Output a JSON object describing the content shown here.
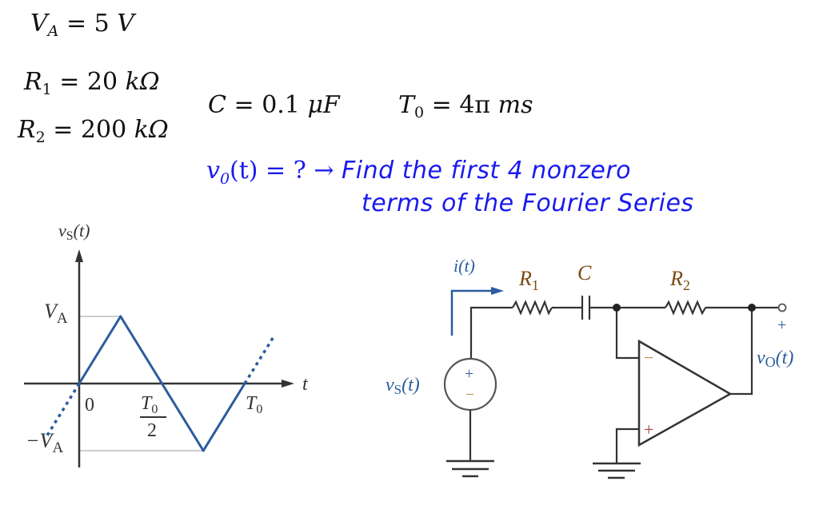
{
  "given": {
    "va": {
      "symbol": "V",
      "sub": "A",
      "rhs": "= 5 ",
      "unit": "V"
    },
    "r1": {
      "symbol": "R",
      "sub": "1",
      "rhs": "= 20 ",
      "unit": "kΩ"
    },
    "r2": {
      "symbol": "R",
      "sub": "2",
      "rhs": "= 200 ",
      "unit": "kΩ"
    },
    "c": {
      "symbol": "C",
      "rhs": "= 0.1 ",
      "unit": "μF"
    },
    "t0": {
      "symbol": "T",
      "sub": "0",
      "rhs": "= 4π ",
      "unit": "ms"
    }
  },
  "question": {
    "lhs": "v",
    "lhs_sub": "0",
    "lhs_rest": "(t) = ? →",
    "line1": "Find the first 4 nonzero",
    "line2": "terms of the Fourier Series"
  },
  "waveform": {
    "y_label": "v",
    "y_label_sub": "S",
    "y_label_rest": "(t)",
    "x_label": "t",
    "tick_va": "V",
    "tick_va_sub": "A",
    "tick_neg_va": "−V",
    "tick_neg_va_sub": "A",
    "tick_zero": "0",
    "tick_half_num": "T",
    "tick_half_num_sub": "0",
    "tick_half_den": "2",
    "tick_t0": "T",
    "tick_t0_sub": "0",
    "shape": "triangle",
    "points_fraction_of_period": [
      [
        0,
        0
      ],
      [
        0.25,
        1
      ],
      [
        0.5,
        0
      ],
      [
        0.75,
        -1
      ],
      [
        1,
        0
      ]
    ],
    "colors": {
      "wave": "#2b5c9e",
      "axis": "#333333",
      "guide": "#bbbbbb"
    }
  },
  "circuit": {
    "current_label": "i(t)",
    "r1_label": "R",
    "r1_sub": "1",
    "c_label": "C",
    "r2_label": "R",
    "r2_sub": "2",
    "source_label": "v",
    "source_label_sub": "S",
    "source_label_rest": "(t)",
    "source_plus": "+",
    "source_minus": "−",
    "opamp_minus": "−",
    "opamp_plus": "+",
    "out_plus": "+",
    "out_label": "v",
    "out_label_sub": "O",
    "out_label_rest": "(t)",
    "colors": {
      "wire": "#333333",
      "blue": "#2b5c9e",
      "label": "#7a4a12"
    }
  }
}
